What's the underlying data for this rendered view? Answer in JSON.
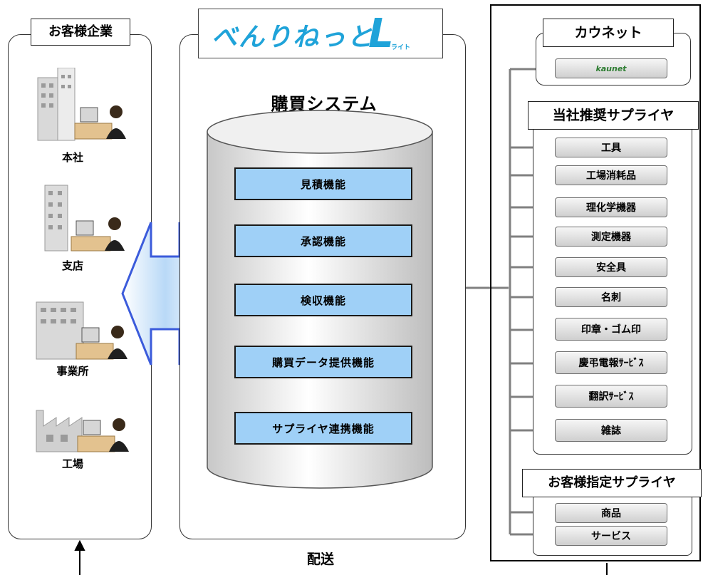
{
  "customer": {
    "title": "お客様企業",
    "locations": [
      {
        "label": "本社",
        "icon": "office-building-icon"
      },
      {
        "label": "支店",
        "icon": "tall-building-icon"
      },
      {
        "label": "事業所",
        "icon": "office-building-icon"
      },
      {
        "label": "工場",
        "icon": "factory-icon"
      }
    ]
  },
  "benri": {
    "logo_text": "べんりねっと",
    "logo_sub": "ライト",
    "system_title": "購買システム",
    "functions": [
      "見積機能",
      "承認機能",
      "検収機能",
      "購買データ提供機能",
      "サプライヤ連携機能"
    ]
  },
  "kaunet": {
    "title": "カウネット",
    "logo_text": "kaunet"
  },
  "recommended": {
    "title": "当社推奨サプライヤ",
    "items": [
      "工具",
      "工場消耗品",
      "理化学機器",
      "測定機器",
      "安全具",
      "名刺",
      "印章・ゴム印",
      "慶弔電報ｻｰﾋﾞｽ",
      "翻訳ｻｰﾋﾞｽ",
      "雑誌"
    ]
  },
  "designated": {
    "title": "お客様指定サプライヤ",
    "items": [
      "商品",
      "サービス"
    ]
  },
  "delivery_label": "配送",
  "colors": {
    "function_box": "#9fd0f7",
    "arrow_outline": "#3b5bdb",
    "connector": "#808080"
  }
}
